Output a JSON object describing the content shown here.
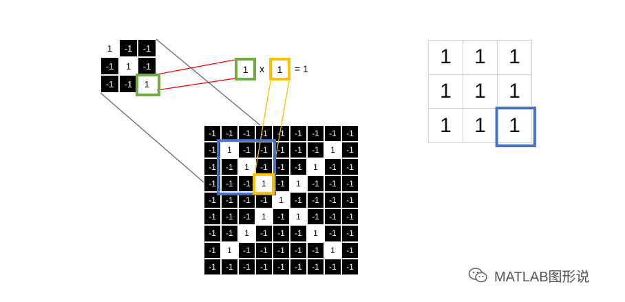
{
  "filter": {
    "rows": [
      [
        "1",
        "-1",
        "-1"
      ],
      [
        "-1",
        "1",
        "-1"
      ],
      [
        "-1",
        "-1",
        "1"
      ]
    ]
  },
  "image": {
    "rows": [
      [
        "-1",
        "-1",
        "-1",
        "-1",
        "-1",
        "-1",
        "-1",
        "-1",
        "-1"
      ],
      [
        "-1",
        "1",
        "-1",
        "-1",
        "-1",
        "-1",
        "-1",
        "1",
        "-1"
      ],
      [
        "-1",
        "-1",
        "1",
        "-1",
        "-1",
        "-1",
        "1",
        "-1",
        "-1"
      ],
      [
        "-1",
        "-1",
        "-1",
        "1",
        "-1",
        "1",
        "-1",
        "-1",
        "-1"
      ],
      [
        "-1",
        "-1",
        "-1",
        "-1",
        "1",
        "-1",
        "-1",
        "-1",
        "-1"
      ],
      [
        "-1",
        "-1",
        "-1",
        "1",
        "-1",
        "1",
        "-1",
        "-1",
        "-1"
      ],
      [
        "-1",
        "-1",
        "1",
        "-1",
        "-1",
        "-1",
        "1",
        "-1",
        "-1"
      ],
      [
        "-1",
        "1",
        "-1",
        "-1",
        "-1",
        "-1",
        "-1",
        "1",
        "-1"
      ],
      [
        "-1",
        "-1",
        "-1",
        "-1",
        "-1",
        "-1",
        "-1",
        "-1",
        "-1"
      ]
    ]
  },
  "result": {
    "rows": [
      [
        "1",
        "1",
        "1"
      ],
      [
        "1",
        "1",
        "1"
      ],
      [
        "1",
        "1",
        "1"
      ]
    ]
  },
  "equation": {
    "filter_value": "1",
    "times": "x",
    "image_value": "1",
    "equals": "= 1"
  },
  "highlights": {
    "filter_cell": {
      "row": 2,
      "col": 2
    },
    "image_window": {
      "row": 1,
      "col": 1,
      "size": 3
    },
    "image_cell": {
      "row": 3,
      "col": 3
    },
    "result_cell": {
      "row": 2,
      "col": 2
    }
  },
  "colors": {
    "window": "#4472c4",
    "filter_highlight": "#70ad47",
    "image_highlight": "#ffc000",
    "connector": "#5a6b8c",
    "product_line": "#ff0000"
  },
  "watermark": {
    "text": "MATLAB图形说",
    "icon": "wechat-icon"
  }
}
